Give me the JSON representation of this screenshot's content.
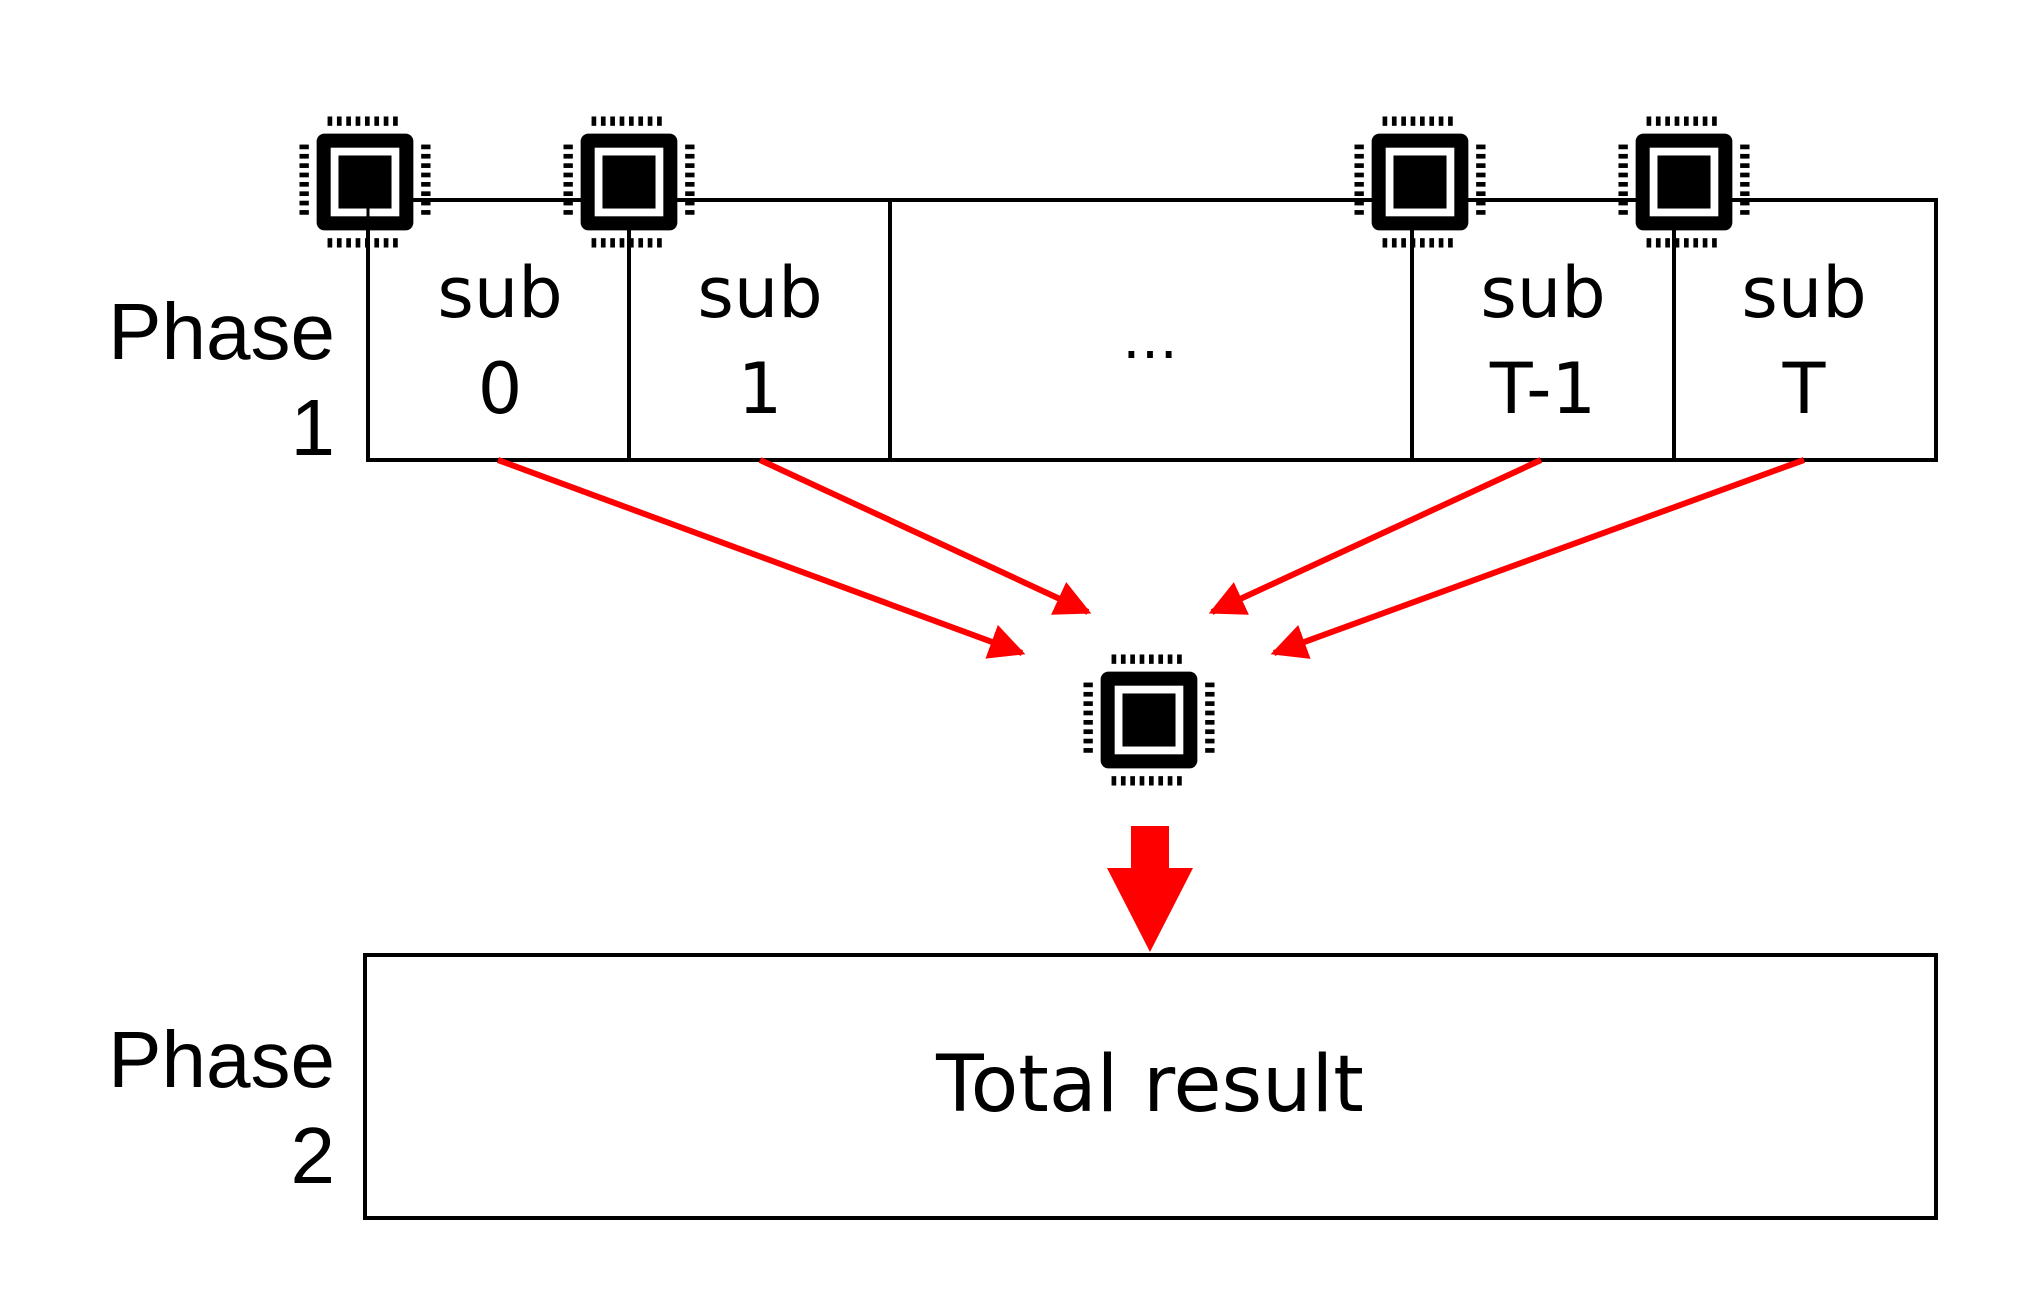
{
  "phase1": {
    "label_line1": "Phase",
    "label_line2": "1",
    "cells": [
      {
        "line1": "sub",
        "line2": "0"
      },
      {
        "line1": "sub",
        "line2": "1"
      },
      {
        "line1": "…",
        "line2": ""
      },
      {
        "line1": "sub",
        "line2": "T-1"
      },
      {
        "line1": "sub",
        "line2": "T"
      }
    ]
  },
  "phase2": {
    "label_line1": "Phase",
    "label_line2": "2",
    "result_text": "Total result"
  },
  "colors": {
    "arrow": "#ff0000",
    "chip": "#000000",
    "line": "#000000"
  },
  "icons": [
    "cpu-chip-icon"
  ]
}
